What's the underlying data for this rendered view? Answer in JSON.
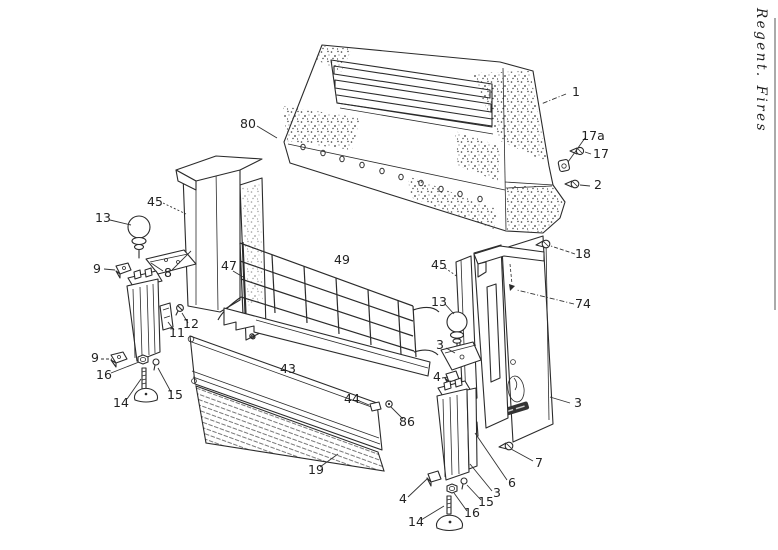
{
  "colors": {
    "ink": "#2b2b2b",
    "paper": "#ffffff"
  },
  "handwritten_note": {
    "text": "Regent. Fires"
  },
  "callouts": [
    {
      "label": "1"
    },
    {
      "label": "80"
    },
    {
      "label": "17a"
    },
    {
      "label": "17"
    },
    {
      "label": "2"
    },
    {
      "label": "18"
    },
    {
      "label": "74"
    },
    {
      "label": "45"
    },
    {
      "label": "13"
    },
    {
      "label": "9"
    },
    {
      "label": "8"
    },
    {
      "label": "47"
    },
    {
      "label": "49"
    },
    {
      "label": "45"
    },
    {
      "label": "13"
    },
    {
      "label": "3"
    },
    {
      "label": "4"
    },
    {
      "label": "11"
    },
    {
      "label": "12"
    },
    {
      "label": "9"
    },
    {
      "label": "16"
    },
    {
      "label": "14"
    },
    {
      "label": "15"
    },
    {
      "label": "43"
    },
    {
      "label": "44"
    },
    {
      "label": "86"
    },
    {
      "label": "19"
    },
    {
      "label": "3"
    },
    {
      "label": "7"
    },
    {
      "label": "6"
    },
    {
      "label": "3"
    },
    {
      "label": "15"
    },
    {
      "label": "16"
    },
    {
      "label": "4"
    },
    {
      "label": "14"
    }
  ]
}
